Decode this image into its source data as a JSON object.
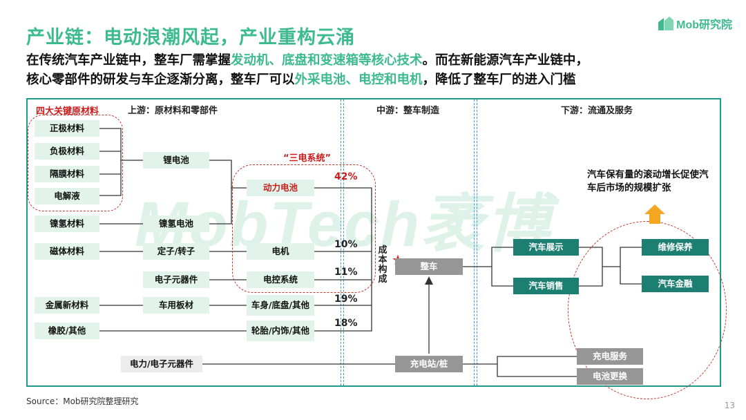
{
  "title": "产业链：电动浪潮风起，产业重构云涌",
  "logo": {
    "text": "Mob研究院"
  },
  "subtitle": {
    "line1_a": "在传统汽车产业链中，整车厂需掌握",
    "line1_hl": "发动机、底盘和变速箱等核心技术",
    "line1_b": "。而在新能源汽车产业链中，",
    "line2_a": "核心零部件的研发与车企逐渐分离，整车厂可以",
    "line2_hl": "外采电池、电控和电机",
    "line2_b": "，降低了整车厂的进入门槛"
  },
  "watermark": "MobTech袤博",
  "sections": {
    "upstream": "上游：原材料和零部件",
    "midstream": "中游：整车制造",
    "downstream": "下游：流通及服务",
    "key_materials": "四大关键原材料",
    "three_electric": "“三电系统”"
  },
  "upstream": {
    "materials": [
      "正极材料",
      "负极材料",
      "隔膜材料",
      "电解液"
    ],
    "nimh_material": "镍氢材料",
    "magnet_material": "磁体材料",
    "metal_material": "金属新材料",
    "rubber": "橡胶/其他",
    "lithium_battery": "锂电池",
    "nimh_battery": "镍氢电池",
    "stator_rotor": "定子/转子",
    "electronic_components": "电子元器件",
    "vehicle_plate": "车用板材",
    "power_electronics": "电力/电子元器件"
  },
  "systems": {
    "power_battery": "动力电池",
    "motor": "电机",
    "control": "电控系统",
    "body": "车身/底盘/其他",
    "tire": "轮胎/内饰/其他"
  },
  "cost_shares": {
    "power_battery": "42%",
    "motor": "10%",
    "control": "11%",
    "body": "19%",
    "tire": "18%"
  },
  "cost_label": "成本构成",
  "midstream": {
    "vehicle": "整车",
    "charging_station": "充电站/桩"
  },
  "downstream": {
    "display": "汽车展示",
    "sales": "汽车销售",
    "maintenance": "维修保养",
    "finance": "汽车金融",
    "charging_service": "充电服务",
    "battery_swap": "电池更换",
    "note": "汽车保有量的滚动增长促使汽车后市场的规模扩张"
  },
  "colors": {
    "accent": "#3dbb8f",
    "dark_teal": "#1d7f72",
    "light_green": "#e1f3ea",
    "red": "#cc1b1b",
    "orange": "#f5a623",
    "divider_blue": "#3a9bd6"
  },
  "source": "Source：Mob研究院整理研究",
  "page_number": "13"
}
